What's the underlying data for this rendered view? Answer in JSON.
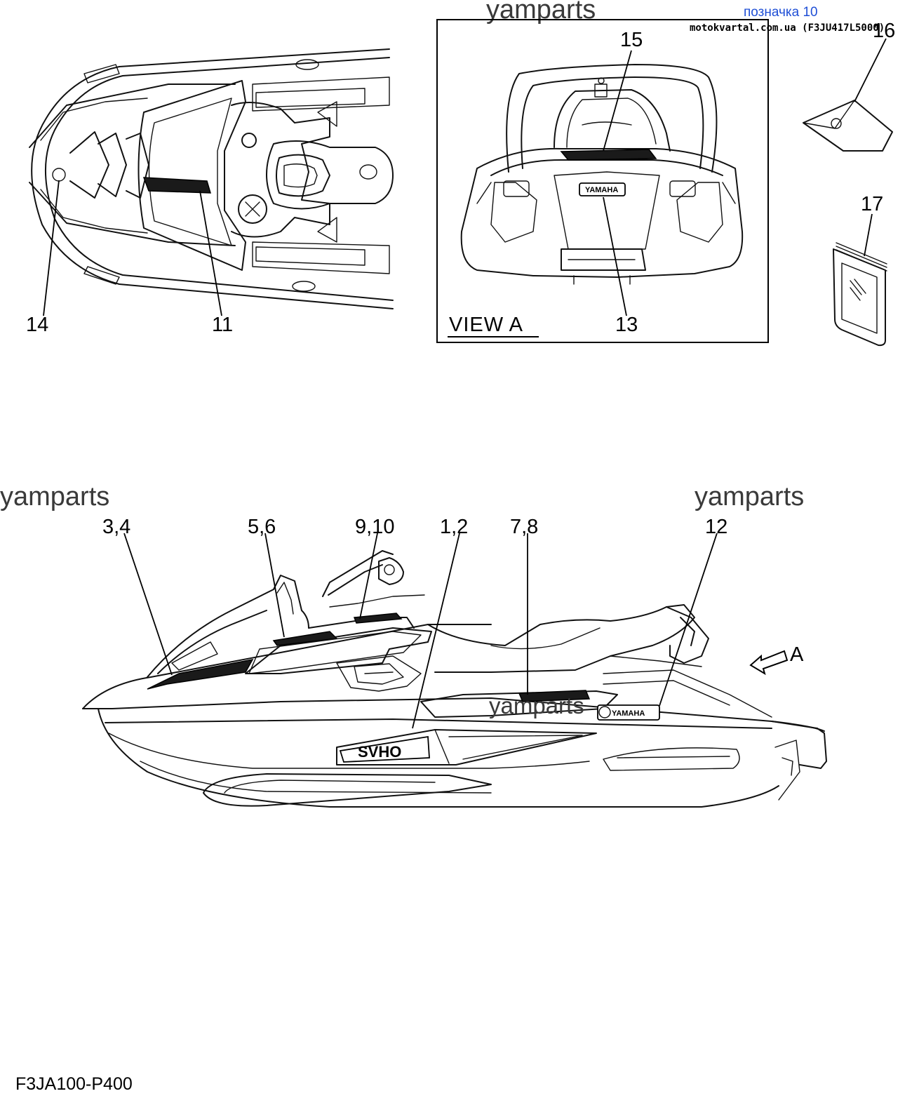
{
  "header": {
    "link_text": "позначка 10",
    "site_code": "motokvartal.com.ua (F3JU417L5000)",
    "link_color": "#1f4fd6"
  },
  "watermark": "yamparts",
  "views": {
    "view_a_label": "VIEW A",
    "arrow_label": "A"
  },
  "callouts": {
    "top_left": [
      "14",
      "11"
    ],
    "view_a": [
      "15",
      "13"
    ],
    "loose_parts": [
      "16",
      "17"
    ],
    "side_view": [
      "3,4",
      "5,6",
      "9,10",
      "1,2",
      "7,8",
      "12"
    ]
  },
  "decal_texts": {
    "brand": "YAMAHA",
    "model": "SVHO"
  },
  "footer": {
    "part_code": "F3JA100-P400"
  }
}
